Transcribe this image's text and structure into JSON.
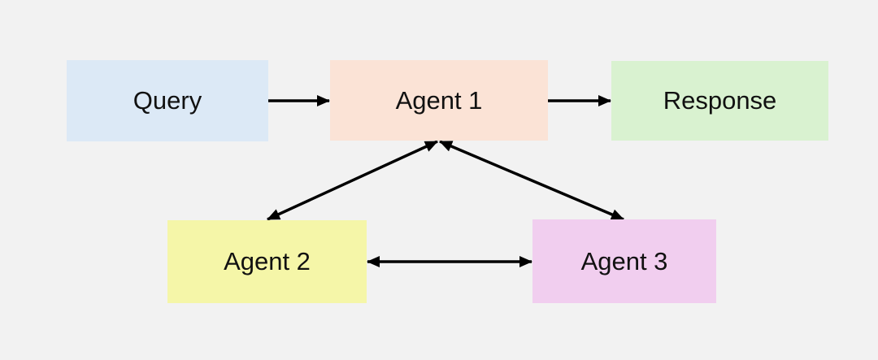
{
  "nodes": {
    "query": {
      "label": "Query",
      "color": "#dce9f6"
    },
    "agent1": {
      "label": "Agent 1",
      "color": "#fbe3d6"
    },
    "response": {
      "label": "Response",
      "color": "#d9f2d0"
    },
    "agent2": {
      "label": "Agent 2",
      "color": "#f5f6a8"
    },
    "agent3": {
      "label": "Agent 3",
      "color": "#f1ceef"
    }
  },
  "edges": [
    {
      "from": "query",
      "to": "agent1",
      "direction": "forward"
    },
    {
      "from": "agent1",
      "to": "response",
      "direction": "forward"
    },
    {
      "from": "agent1",
      "to": "agent2",
      "direction": "both"
    },
    {
      "from": "agent1",
      "to": "agent3",
      "direction": "both"
    },
    {
      "from": "agent2",
      "to": "agent3",
      "direction": "both"
    }
  ]
}
